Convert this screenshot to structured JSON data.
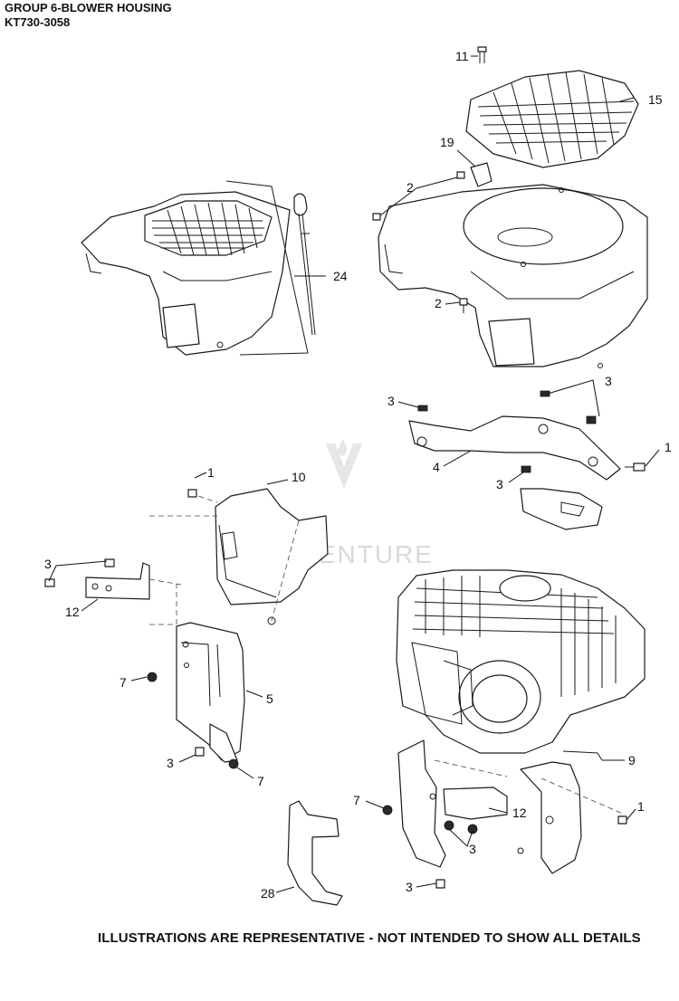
{
  "header": {
    "title": "GROUP 6-BLOWER HOUSING",
    "model": "KT730-3058"
  },
  "watermark": "LEADVENTURE",
  "footer": "ILLUSTRATIONS ARE REPRESENTATIVE - NOT INTENDED TO SHOW ALL DETAILS",
  "callouts": {
    "c11": "11",
    "c15": "15",
    "c19": "19",
    "c2a": "2",
    "c2b": "2",
    "c24": "24",
    "c3a": "3",
    "c3b": "3",
    "c1a": "1",
    "c4": "4",
    "c3c": "3",
    "c1b": "1",
    "c10": "10",
    "c3d": "3",
    "c12a": "12",
    "c7a": "7",
    "c5": "5",
    "c3e": "3",
    "c7b": "7",
    "c9": "9",
    "c7c": "7",
    "c12b": "12",
    "c1c": "1",
    "c3f": "3",
    "c3g": "3",
    "c28": "28"
  }
}
